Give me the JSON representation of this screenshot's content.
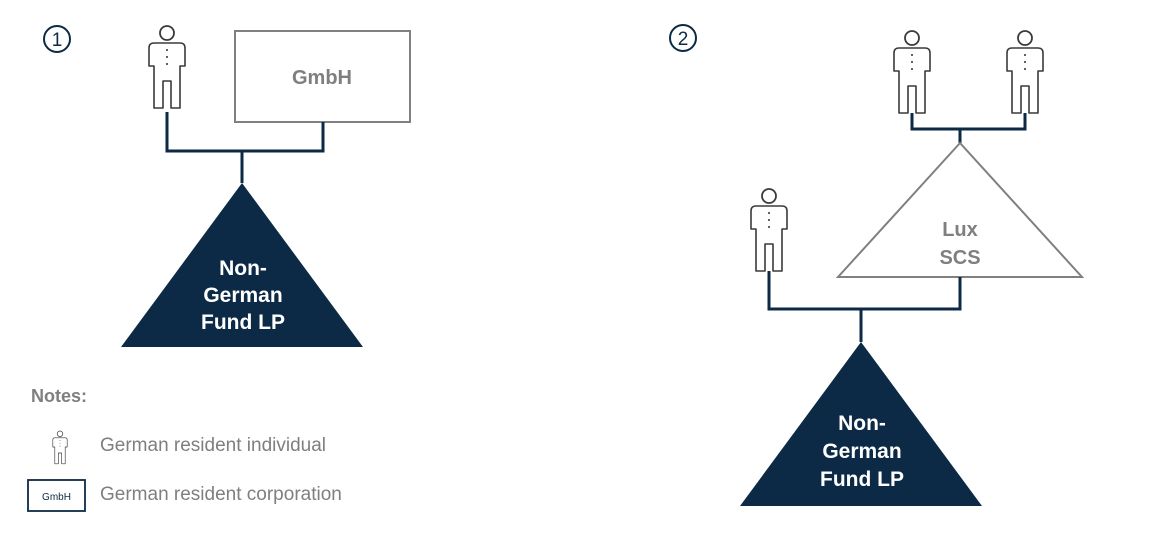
{
  "colors": {
    "navy": "#0c2a45",
    "grey_text": "#7f7f7f",
    "line": "#0c2a45",
    "box_border": "#808080"
  },
  "scenario1": {
    "marker": "1",
    "corp_box_label": "GmbH",
    "fund_label": [
      "Non-",
      "German",
      "Fund LP"
    ],
    "icons": [
      "person-icon"
    ]
  },
  "scenario2": {
    "marker": "2",
    "lux_label": [
      "Lux",
      "SCS"
    ],
    "fund_label": [
      "Non-",
      "German",
      "Fund LP"
    ],
    "icons": [
      "person-icon",
      "person-icon",
      "person-icon"
    ]
  },
  "legend": {
    "title": "Notes:",
    "individual_label": "German resident individual",
    "corporation_icon_text": "GmbH",
    "corporation_label": "German resident corporation"
  }
}
